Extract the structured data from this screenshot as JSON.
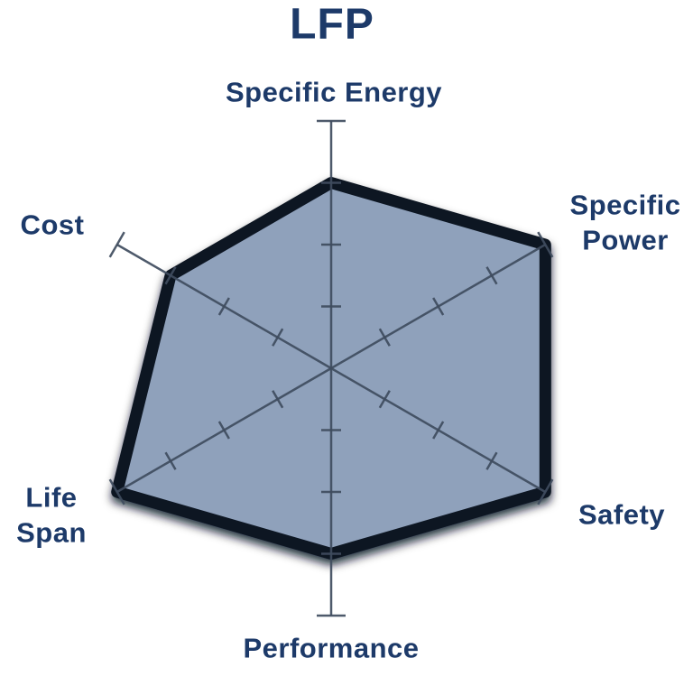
{
  "title": "LFP",
  "colors": {
    "label_navy": "#1d3a69",
    "polygon_fill": "#8fa1bb",
    "polygon_outline": "#0b1422",
    "axis_line": "#3f4c5e",
    "shadow": "#060c1a"
  },
  "chart_data": {
    "type": "radar",
    "title": "LFP",
    "categories": [
      "Specific Energy",
      "Specific Power",
      "Safety",
      "Performance",
      "Life Span",
      "Cost"
    ],
    "values": [
      3,
      4,
      4,
      3,
      4,
      3
    ],
    "scale": {
      "min": 0,
      "max": 4,
      "tick_interval": 1
    },
    "axis_ticks": [
      1,
      2,
      3
    ],
    "axis_end_cap": 4,
    "legend": "none",
    "grid": "spokes-with-perpendicular-ticks",
    "notes": "single filled series; thick dark rounded outline with soft drop shadow"
  },
  "labels": {
    "specific_energy": "Specific Energy",
    "specific_power": "Specific\nPower",
    "safety": "Safety",
    "performance": "Performance",
    "life_span": "Life\nSpan",
    "cost": "Cost"
  }
}
